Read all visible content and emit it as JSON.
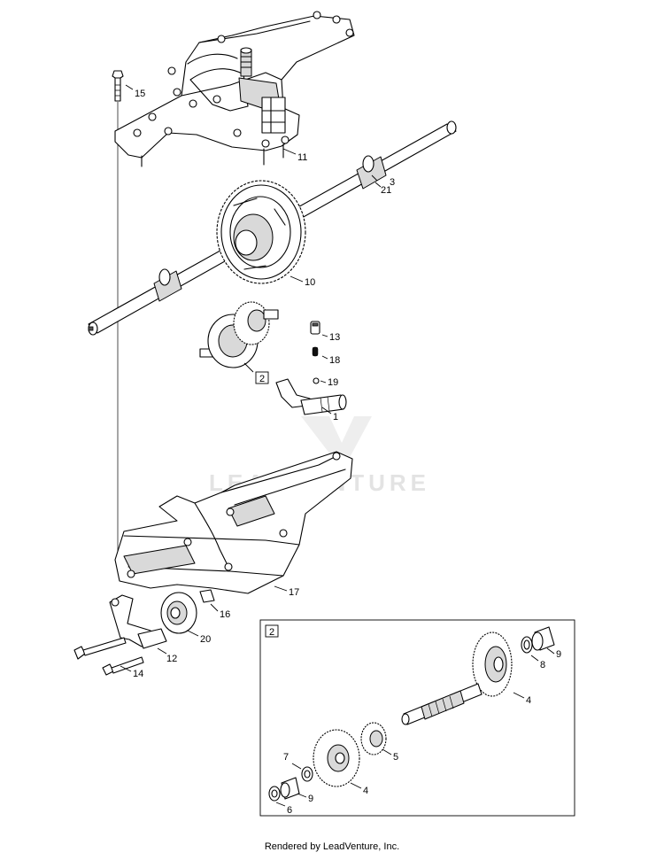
{
  "watermark": "LEADVENTURE",
  "footer": "Rendered by LeadVenture, Inc.",
  "callouts": {
    "c1": "1",
    "c2_box_main": "2",
    "c3": "3",
    "c10": "10",
    "c11": "11",
    "c12": "12",
    "c13": "13",
    "c14": "14",
    "c15": "15",
    "c16": "16",
    "c17": "17",
    "c18": "18",
    "c19": "19",
    "c20": "20",
    "c21": "21",
    "c2_box_detail": "2",
    "d4a": "4",
    "d4b": "4",
    "d5": "5",
    "d6": "6",
    "d7": "7",
    "d8": "8",
    "d9a": "9",
    "d9b": "9"
  }
}
